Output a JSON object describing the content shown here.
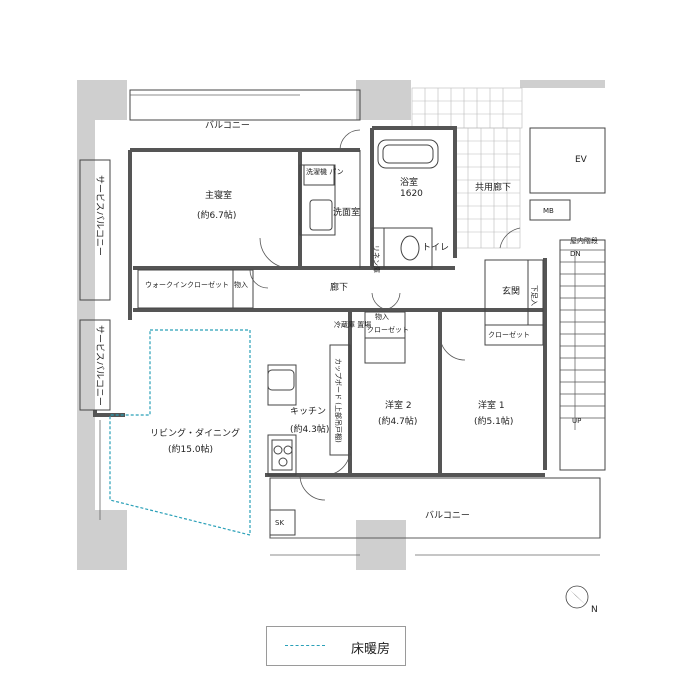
{
  "rooms": {
    "balcony_top": "バルコニー",
    "master": "主寝室",
    "master_size": "(約6.7帖)",
    "washer_pan": "洗濯機\nパン",
    "washroom": "洗面室",
    "bath": "浴室",
    "bath_size": "1620",
    "linen": "リネン庫",
    "toilet": "トイレ",
    "common_corridor": "共用廊下",
    "ev": "EV",
    "mb": "MB",
    "indoor_stairs": "屋内階段",
    "dn": "DN",
    "up": "UP",
    "service_balcony_1": "サービスバルコニー",
    "service_balcony_2": "サービスバルコニー",
    "walkin": "ウォークインクローゼット",
    "storage1": "物入",
    "corridor": "廊下",
    "entrance": "玄関",
    "shoe_box": "下足入",
    "storage2": "物入",
    "closet1": "クローゼット",
    "closet2": "クローゼット",
    "fridge": "冷蔵庫\n置場",
    "cupboard": "カップボード\n(上部吊戸棚)",
    "living": "リビング・ダイニング",
    "living_size": "(約15.0帖)",
    "kitchen": "キッチン",
    "kitchen_size": "(約4.3帖)",
    "room2": "洋室 2",
    "room2_size": "(約4.7帖)",
    "room1": "洋室 1",
    "room1_size": "(約5.1帖)",
    "balcony_bottom": "バルコニー",
    "sk": "SK"
  },
  "compass": "N",
  "legend": {
    "label": "床暖房",
    "color": "#2aa0b8"
  }
}
